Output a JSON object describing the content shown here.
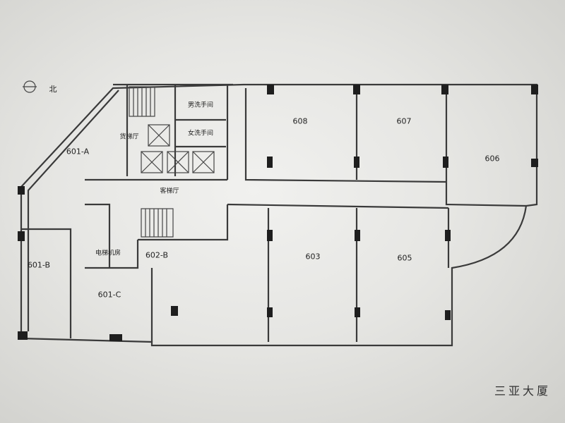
{
  "plan": {
    "north_label": "北",
    "rooms": {
      "r608": "608",
      "r607": "607",
      "r606": "606",
      "r603": "603",
      "r605": "605",
      "r602b": "602-B",
      "r601a": "601-A",
      "r601b": "601-B",
      "r601c": "601-C"
    },
    "facilities": {
      "mens_restroom": "男洗手间",
      "womens_restroom": "女洗手间",
      "freight_lobby": "货梯厅",
      "passenger_lobby": "客梯厅",
      "elevator_machine_room": "电梯机房"
    },
    "building_name": "三亚大厦"
  }
}
